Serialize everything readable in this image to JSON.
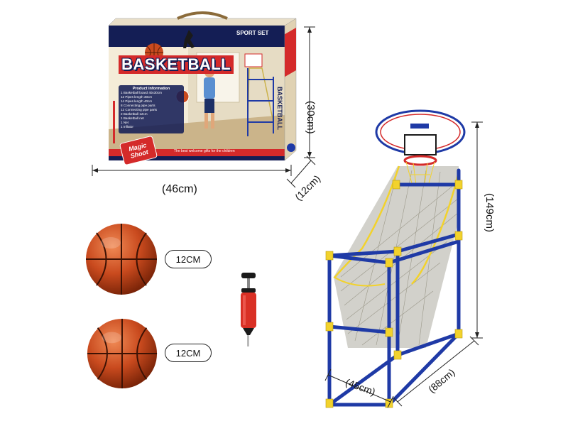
{
  "box": {
    "brand": "BASKETBALL",
    "sport_set": "SPORT SET",
    "side_text": "BASKETBALL",
    "slogan": "The best welcome gifts for the children",
    "badge_line1": "Magic",
    "badge_line2": "Shoot",
    "product_info_title": "Product information",
    "product_info_lines": [
      "1 Basketball board 40x30cm",
      "12 Pipes length 30cm",
      "14 Pipes length 40cm",
      "8 Connecting pipe parts",
      "12 Connecting pipe parts",
      "2 Basketball 12cm",
      "1 Basketball net",
      "1 Net",
      "1 Inflator"
    ]
  },
  "dimensions": {
    "box_width": "(46cm)",
    "box_height": "(30cm)",
    "box_depth": "(12cm)",
    "frame_height": "(149cm)",
    "frame_width": "(45cm)",
    "frame_depth": "(88cm)"
  },
  "balls": {
    "ball1_size": "12CM",
    "ball2_size": "12CM"
  },
  "colors": {
    "frame_blue": "#1f3aa6",
    "frame_yellow": "#f2d22c",
    "ball_orange": "#c94a1e",
    "box_cream": "#f4ecd8",
    "box_navy": "#141e55",
    "box_red": "#d42a2a"
  }
}
